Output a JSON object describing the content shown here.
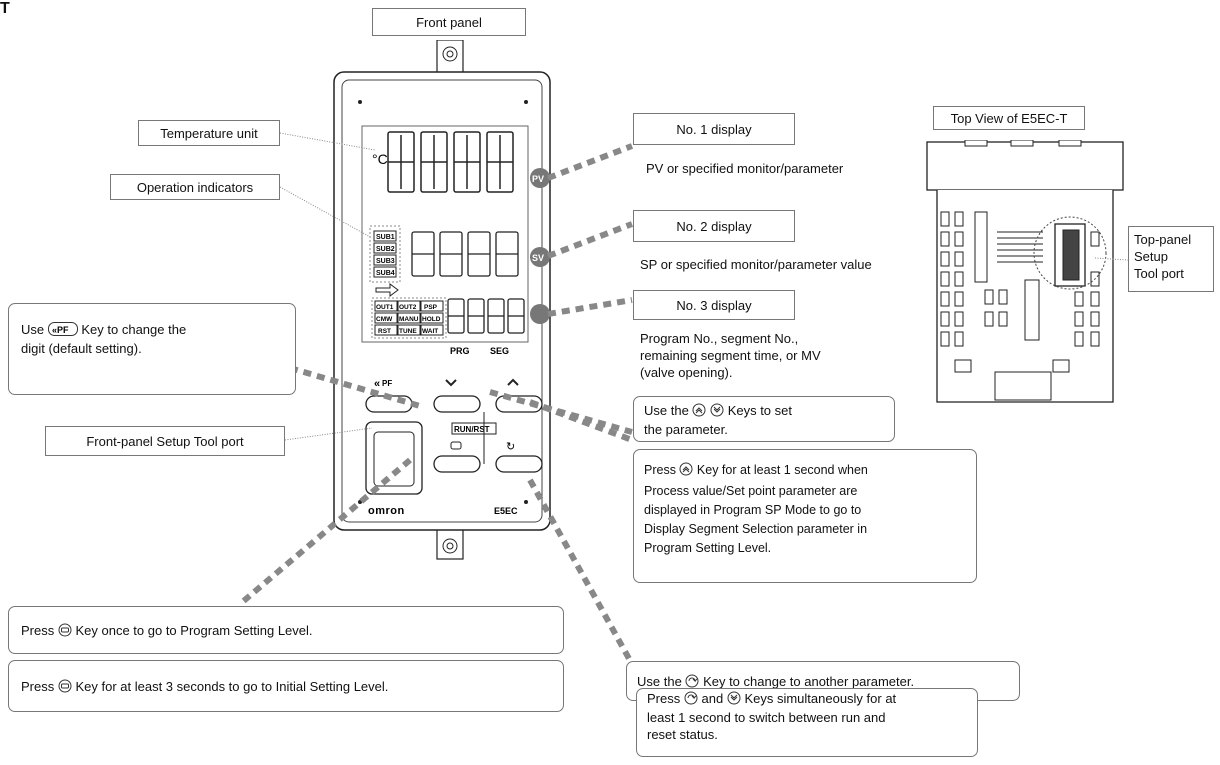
{
  "corner_letter": "T",
  "front_panel_title": "Front panel",
  "top_view_title": "Top View of E5EC-T",
  "top_panel_port_lines": [
    "Top-panel",
    "Setup",
    "Tool port"
  ],
  "callouts": {
    "temperature_unit": "Temperature unit",
    "operation_indicators": "Operation indicators",
    "front_panel_port": "Front-panel Setup Tool port",
    "no1_display": "No. 1 display",
    "no1_desc": "PV or specified monitor/parameter",
    "no2_display": "No. 2 display",
    "no2_desc": "SP or specified monitor/parameter value",
    "no3_display": "No. 3 display",
    "no3_desc_lines": [
      "Program No., segment No.,",
      "remaining segment time, or MV",
      "(valve opening)."
    ]
  },
  "notes": {
    "pf_key_pre": "Use",
    "pf_key_line1_post": "Key to change the",
    "pf_key_line2": "digit (default setting).",
    "updown_pre": "Use the",
    "updown_line1_post": "Keys to set",
    "updown_line2": "the parameter.",
    "up_hold_pre": "Press",
    "up_hold_line1_post": "Key for at least 1 second when",
    "up_hold_rest": [
      "Process value/Set point parameter are",
      "displayed in Program SP Mode to go to",
      "Display Segment Selection parameter in",
      "Program Setting Level."
    ],
    "level_once_pre": "Press",
    "level_once_post": "Key once to go to Program Setting Level.",
    "level_3s_pre": "Press",
    "level_3s_post": "Key for at least 3 seconds to go to Initial Setting Level.",
    "mode_pre": "Use the",
    "mode_post": "Key to change to another parameter.",
    "runrst_pre": "Press",
    "runrst_mid": "and",
    "runrst_line1_post": "Keys simultaneously for at",
    "runrst_rest": [
      "least 1 second to switch between run and",
      "reset status."
    ]
  },
  "device": {
    "pv_label": "PV",
    "sv_label": "SV",
    "prg_label": "PRG",
    "seg_label": "SEG",
    "pf_key_label": "PF",
    "run_rst_label": "RUN/RST",
    "brand": "omron",
    "model": "E5EC",
    "sub_indicators": [
      "SUB1",
      "SUB2",
      "SUB3",
      "SUB4"
    ],
    "status_indicators": [
      "OUT1",
      "OUT2",
      "PSP",
      "CMW",
      "MANU",
      "HOLD",
      "RST",
      "TUNE",
      "WAIT"
    ],
    "temp_unit_symbol": "°C"
  }
}
